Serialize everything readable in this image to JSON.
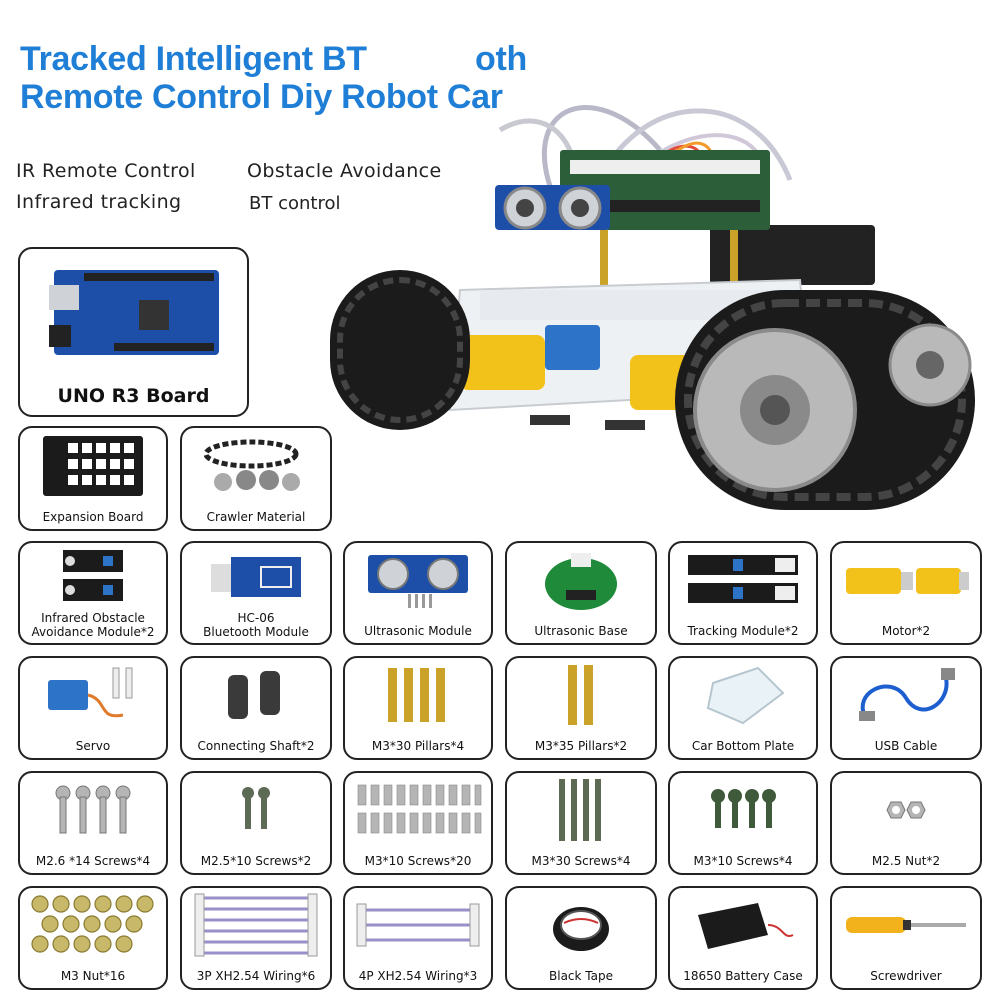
{
  "title": {
    "line1a": "Tracked Intelligent BT",
    "line1b": "oth",
    "line2": "Remote Control Diy Robot Car"
  },
  "features": {
    "f1": "IR Remote Control",
    "f2": "Obstacle Avoidance",
    "f3": "Infrared tracking",
    "f4": "BT control"
  },
  "parts": {
    "uno": "UNO R3 Board",
    "expansion": "Expansion Board",
    "crawler": "Crawler Material",
    "ir_line1": "Infrared Obstacle",
    "ir_line2": "Avoidance Module*2",
    "bt_line1": "HC-06",
    "bt_line2": "Bluetooth Module",
    "ultrasonic": "Ultrasonic Module",
    "ultrasonic_base": "Ultrasonic Base",
    "tracking": "Tracking Module*2",
    "motor": "Motor*2",
    "servo": "Servo",
    "shaft": "Connecting Shaft*2",
    "pillars30": "M3*30 Pillars*4",
    "pillars35": "M3*35 Pillars*2",
    "bottom_plate": "Car Bottom Plate",
    "usb": "USB Cable",
    "m26screws": "M2.6 *14 Screws*4",
    "m25screws": "M2.5*10 Screws*2",
    "m3x10screws20": "M3*10 Screws*20",
    "m3x30screws": "M3*30 Screws*4",
    "m3x10screws4": "M3*10 Screws*4",
    "m25nut": "M2.5 Nut*2",
    "m3nut": "M3 Nut*16",
    "wiring3p": "3P XH2.54 Wiring*6",
    "wiring4p": "4P XH2.54 Wiring*3",
    "tape": "Black Tape",
    "battery": "18650 Battery Case",
    "screwdriver": "Screwdriver"
  },
  "colors": {
    "title": "#1f7fd6",
    "board_blue": "#1d4fa8",
    "brass": "#c9a227",
    "track": "#1b1b1b",
    "motor_yellow": "#f2c21b",
    "wheel_grey": "#b9b9b9"
  }
}
